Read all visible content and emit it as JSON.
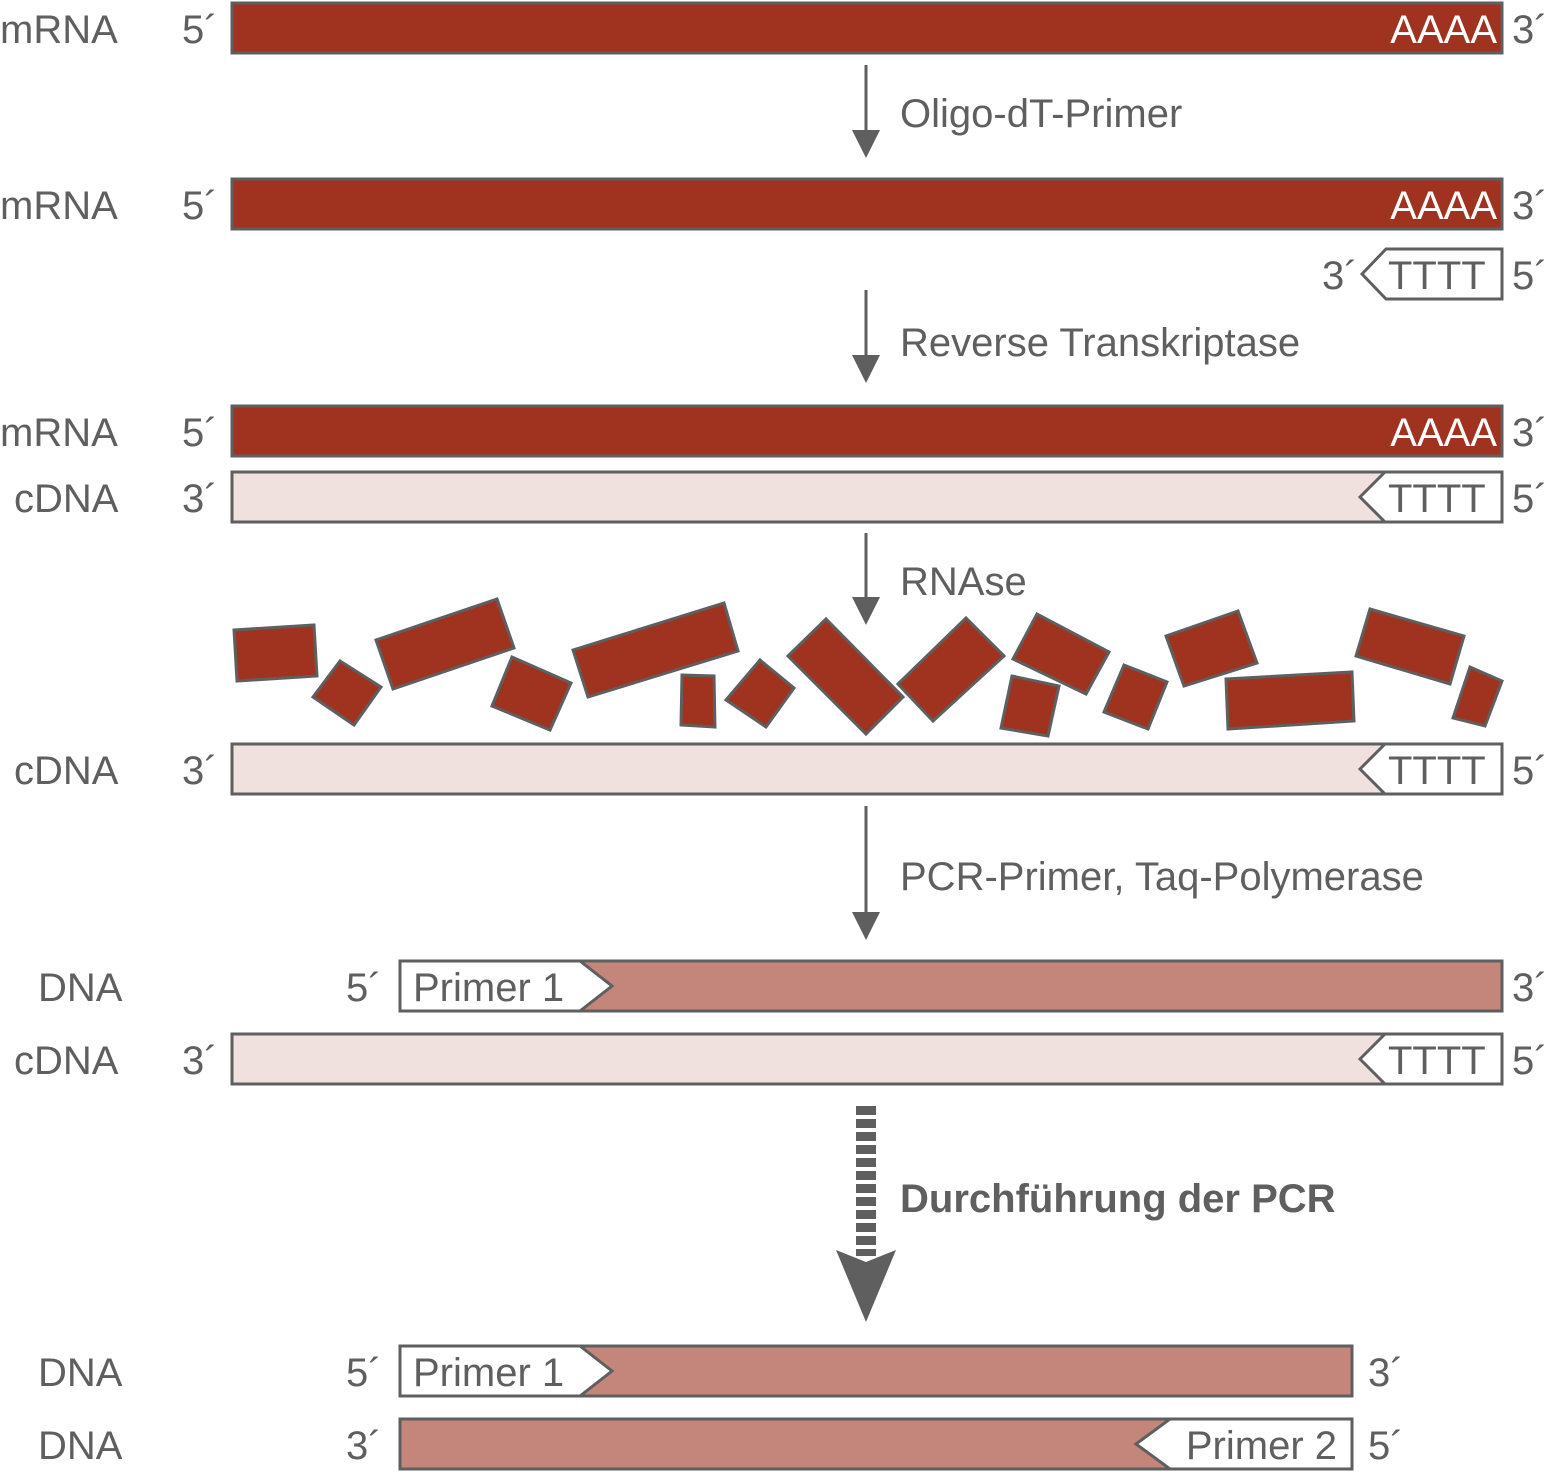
{
  "labels": {
    "mrna": "mRNA",
    "cdna": "cDNA",
    "dna": "DNA",
    "five": "5´",
    "three": "3´",
    "polyA": "AAAA",
    "polyT": "TTTT",
    "primer1": "Primer 1",
    "primer2": "Primer 2"
  },
  "steps": [
    "Oligo-dT-Primer",
    "Reverse Transkriptase",
    "RNAse",
    "PCR-Primer, Taq-Polymerase",
    "Durchführung der PCR"
  ],
  "colors": {
    "mrna": "#a03220",
    "cdna": "#f0e0de",
    "dna": "#c4857b",
    "stroke": "#5f5f5f"
  }
}
